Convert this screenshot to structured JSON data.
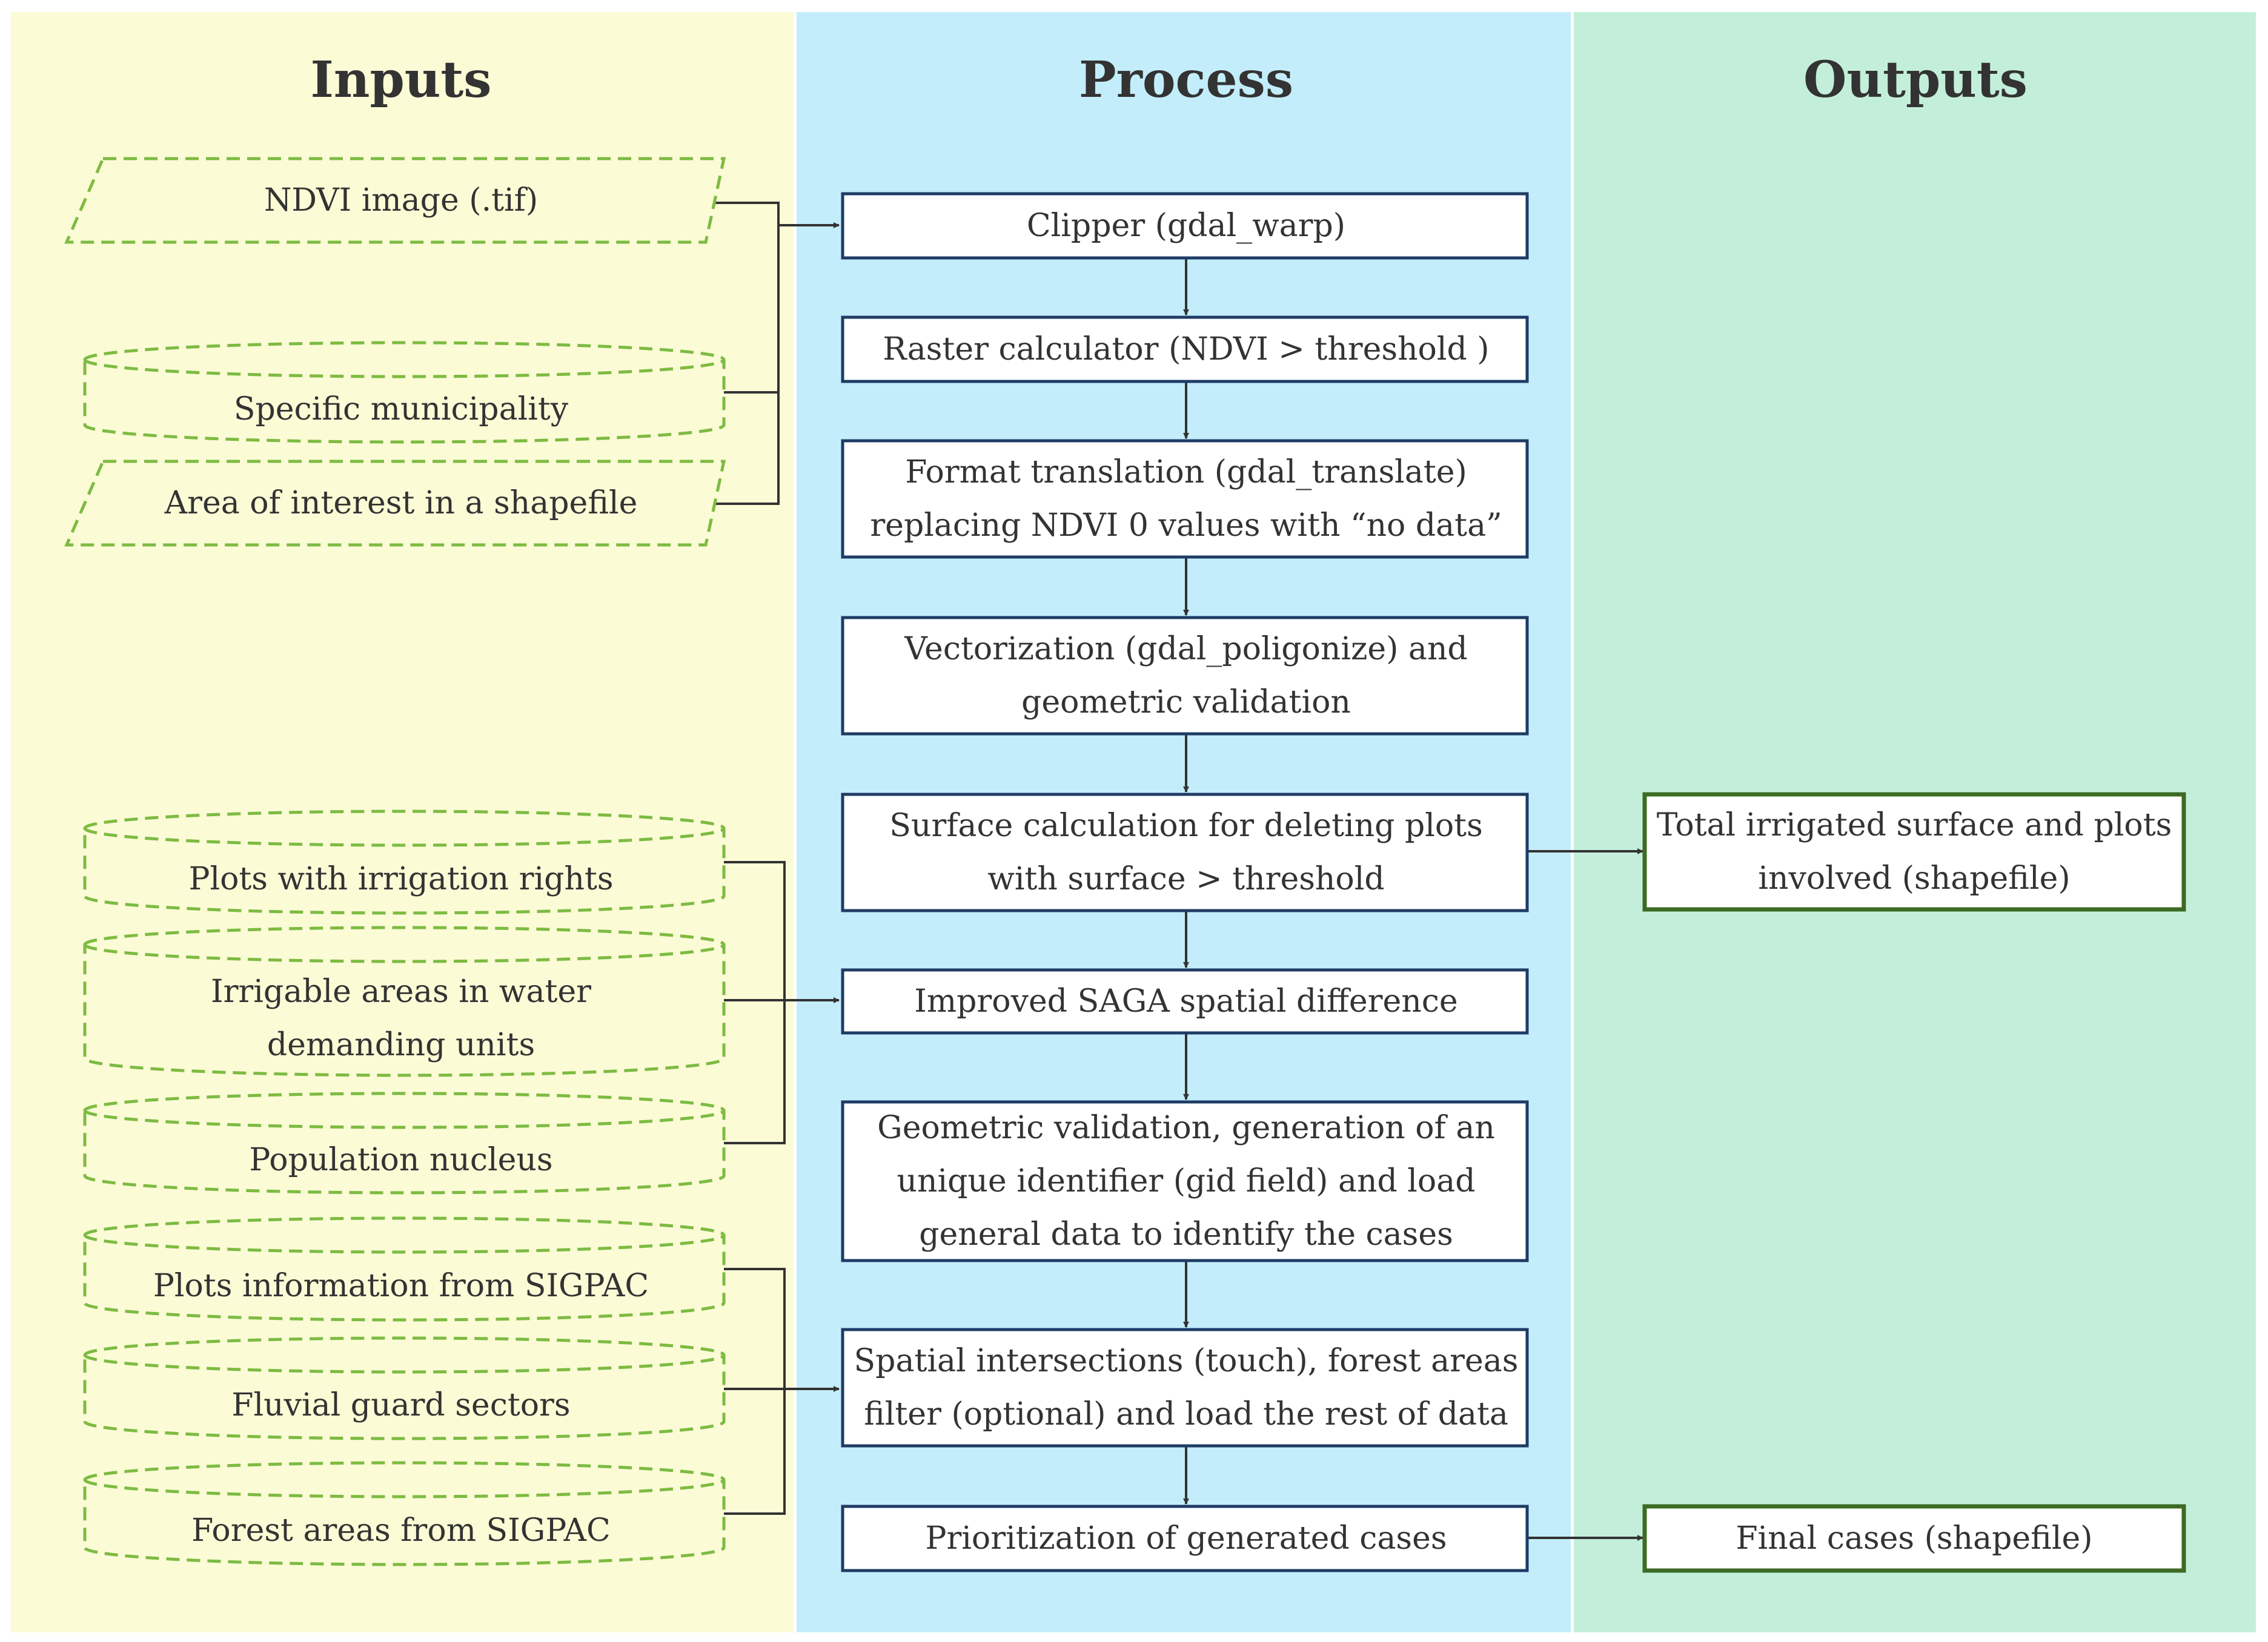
{
  "colors": {
    "inputs_bg": "#fbfbd6",
    "process_bg": "#c3edfb",
    "outputs_bg": "#c3efda",
    "input_border": "#7dbb42",
    "process_border": "#1f3c66",
    "output_border": "#3d6b25",
    "arrow": "#333333"
  },
  "columns": {
    "inputs": "Inputs",
    "process": "Process",
    "outputs": "Outputs"
  },
  "inputs": [
    {
      "shape": "parallelogram",
      "lines": [
        "NDVI image (.tif)"
      ]
    },
    {
      "shape": "cylinder",
      "lines": [
        "Specific municipality"
      ]
    },
    {
      "shape": "parallelogram",
      "lines": [
        "Area of interest in a shapefile"
      ]
    },
    {
      "shape": "cylinder",
      "lines": [
        "Plots with irrigation rights"
      ]
    },
    {
      "shape": "cylinder",
      "lines": [
        "Irrigable areas in water",
        "demanding units"
      ]
    },
    {
      "shape": "cylinder",
      "lines": [
        "Population nucleus"
      ]
    },
    {
      "shape": "cylinder",
      "lines": [
        "Plots information from SIGPAC"
      ]
    },
    {
      "shape": "cylinder",
      "lines": [
        "Fluvial guard sectors"
      ]
    },
    {
      "shape": "cylinder",
      "lines": [
        "Forest areas from SIGPAC"
      ]
    }
  ],
  "process": [
    {
      "lines": [
        "Clipper (gdal_warp)"
      ]
    },
    {
      "lines": [
        "Raster calculator (NDVI > threshold )"
      ]
    },
    {
      "lines": [
        "Format translation (gdal_translate)",
        "replacing NDVI 0 values with “no data”"
      ]
    },
    {
      "lines": [
        "Vectorization (gdal_poligonize) and",
        "geometric validation"
      ]
    },
    {
      "lines": [
        "Surface calculation for deleting plots",
        "with surface > threshold"
      ]
    },
    {
      "lines": [
        "Improved SAGA spatial difference"
      ]
    },
    {
      "lines": [
        "Geometric validation, generation of an",
        "unique identifier (gid field) and load",
        "general data to identify the cases"
      ]
    },
    {
      "lines": [
        "Spatial intersections (touch), forest areas",
        "filter (optional) and load the rest of data"
      ]
    },
    {
      "lines": [
        "Prioritization of generated cases"
      ]
    }
  ],
  "outputs": [
    {
      "lines": [
        "Total irrigated surface and plots",
        "involved (shapefile)"
      ]
    },
    {
      "lines": [
        "Final cases (shapefile)"
      ]
    }
  ]
}
